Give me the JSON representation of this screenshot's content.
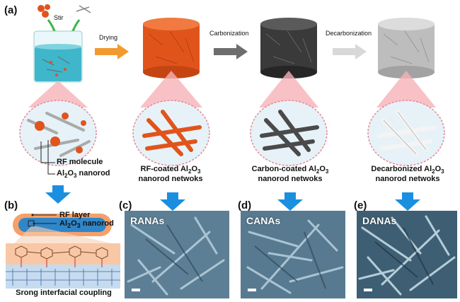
{
  "panels": {
    "a": "(a)",
    "b": "(b)",
    "c": "(c)",
    "d": "(d)",
    "e": "(e)"
  },
  "steps": {
    "stir": "Stir",
    "drying": "Drying",
    "carbonization": "Carbonization",
    "decarbonization": "Decarbonization"
  },
  "captions": {
    "rf_molecule": "RF molecule",
    "al2o3_nanorod": "Al2O3 nanorod",
    "rf_coated_line1": "RF-coated Al2O3",
    "rf_coated_line2": "nanorod netwoks",
    "carbon_coated_line1": "Carbon-coated Al2O3",
    "carbon_coated_line2": "nanorod netwoks",
    "decarbonized_line1": "Decarbonized Al2O3",
    "decarbonized_line2": "nanorod netwoks"
  },
  "panel_b": {
    "rf_layer": "RF layer",
    "nanorod": "Al2O3 nanorod",
    "coupling": "Srong interfacial coupling"
  },
  "sem": {
    "c": "RANAs",
    "d": "CANAs",
    "e": "DANAs"
  },
  "colors": {
    "rf_orange": "#e0541c",
    "carbon_gray": "#444444",
    "decarb_light": "#d9d9d9",
    "arrow_blue": "#1a8fe0",
    "pink_beam": "#f6b2b8",
    "sem_blue": "#5d7f95"
  }
}
